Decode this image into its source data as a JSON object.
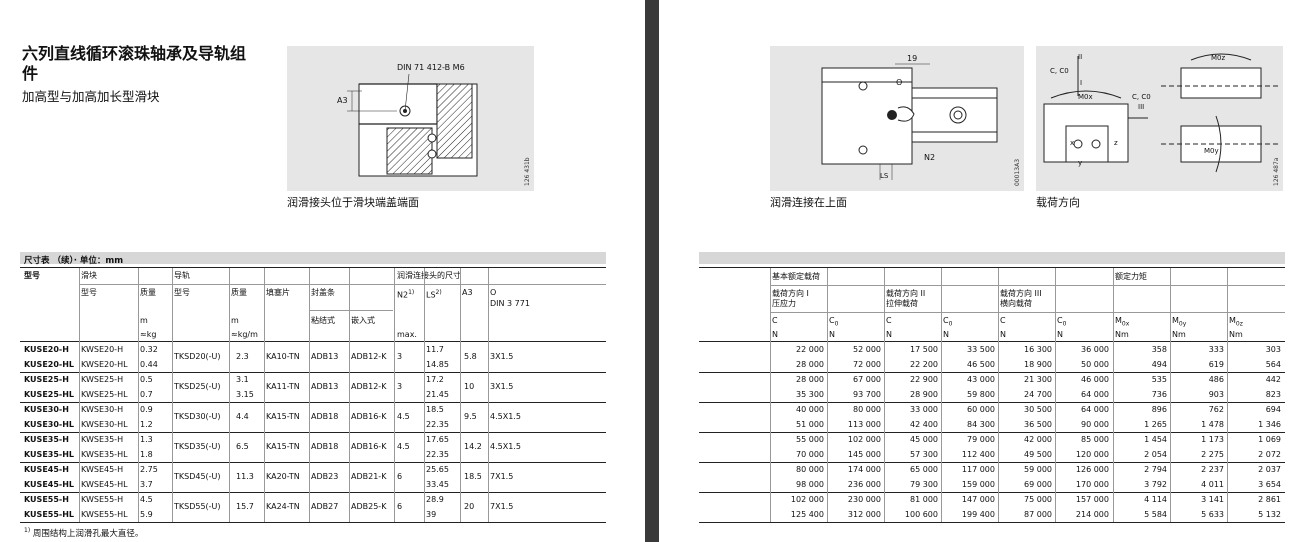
{
  "left": {
    "title": "六列直线循环滚珠轴承及导轨组件",
    "subtitle": "加高型与加高加长型滑块",
    "figure1": {
      "label_din": "DIN 71 412-B M6",
      "label_a3": "A3",
      "code": "126 431b"
    },
    "figure1_caption": "润滑接头位于滑块端盖端面",
    "table_title": "尺寸表 （续）· 单位：mm",
    "headers": {
      "type": "型号",
      "block": "滑块",
      "block_type": "型号",
      "block_mass": "质量",
      "block_mass_unit1": "m",
      "block_mass_unit2": "≈kg",
      "rail": "导轨",
      "rail_type": "型号",
      "rail_mass": "质量",
      "rail_mass_unit1": "m",
      "rail_mass_unit2": "≈kg/m",
      "filler": "填塞片",
      "seal": "封盖条",
      "seal_glued": "粘结式",
      "seal_insert": "嵌入式",
      "lube": "润滑连接头的尺寸",
      "n2": "N2",
      "n2_sup": "1)",
      "n2_max": "max.",
      "ls": "LS",
      "ls_sup": "2)",
      "a3": "A3",
      "o": "O",
      "o_din": "DIN 3 771"
    },
    "groups": [
      {
        "rail": "TKSD20(-U)",
        "filler": "KA10-TN",
        "glued": "ADB13",
        "insert": "ADB12-K",
        "n2": "3",
        "a3": "5.8",
        "o": "3X1.5",
        "rows": [
          {
            "type": "KUSE20-H",
            "block": "KWSE20-H",
            "mass": "0.32",
            "rail_mass": "",
            "ls": "11.7"
          },
          {
            "type": "KUSE20-HL",
            "block": "KWSE20-HL",
            "mass": "0.44",
            "rail_mass": "",
            "ls": "14.85"
          }
        ],
        "rail_mass": "2.3"
      },
      {
        "rail": "TKSD25(-U)",
        "filler": "KA11-TN",
        "glued": "ADB13",
        "insert": "ADB12-K",
        "n2": "3",
        "a3": "10",
        "o": "3X1.5",
        "rows": [
          {
            "type": "KUSE25-H",
            "block": "KWSE25-H",
            "mass": "0.5",
            "rail_mass": "3.1",
            "ls": "17.2"
          },
          {
            "type": "KUSE25-HL",
            "block": "KWSE25-HL",
            "mass": "0.7",
            "rail_mass": "3.15",
            "ls": "21.45"
          }
        ],
        "rail_mass": ""
      },
      {
        "rail": "TKSD30(-U)",
        "filler": "KA15-TN",
        "glued": "ADB18",
        "insert": "ADB16-K",
        "n2": "4.5",
        "a3": "9.5",
        "o": "4.5X1.5",
        "rows": [
          {
            "type": "KUSE30-H",
            "block": "KWSE30-H",
            "mass": "0.9",
            "rail_mass": "",
            "ls": "18.5"
          },
          {
            "type": "KUSE30-HL",
            "block": "KWSE30-HL",
            "mass": "1.2",
            "rail_mass": "",
            "ls": "22.35"
          }
        ],
        "rail_mass": "4.4"
      },
      {
        "rail": "TKSD35(-U)",
        "filler": "KA15-TN",
        "glued": "ADB18",
        "insert": "ADB16-K",
        "n2": "4.5",
        "a3": "14.2",
        "o": "4.5X1.5",
        "rows": [
          {
            "type": "KUSE35-H",
            "block": "KWSE35-H",
            "mass": "1.3",
            "rail_mass": "",
            "ls": "17.65"
          },
          {
            "type": "KUSE35-HL",
            "block": "KWSE35-HL",
            "mass": "1.8",
            "rail_mass": "",
            "ls": "22.35"
          }
        ],
        "rail_mass": "6.5"
      },
      {
        "rail": "TKSD45(-U)",
        "filler": "KA20-TN",
        "glued": "ADB23",
        "insert": "ADB21-K",
        "n2": "6",
        "a3": "18.5",
        "o": "7X1.5",
        "rows": [
          {
            "type": "KUSE45-H",
            "block": "KWSE45-H",
            "mass": "2.75",
            "rail_mass": "",
            "ls": "25.65"
          },
          {
            "type": "KUSE45-HL",
            "block": "KWSE45-HL",
            "mass": "3.7",
            "rail_mass": "",
            "ls": "33.45"
          }
        ],
        "rail_mass": "11.3"
      },
      {
        "rail": "TKSD55(-U)",
        "filler": "KA24-TN",
        "glued": "ADB27",
        "insert": "ADB25-K",
        "n2": "6",
        "a3": "20",
        "o": "7X1.5",
        "rows": [
          {
            "type": "KUSE55-H",
            "block": "KWSE55-H",
            "mass": "4.5",
            "rail_mass": "",
            "ls": "28.9"
          },
          {
            "type": "KUSE55-HL",
            "block": "KWSE55-HL",
            "mass": "5.9",
            "rail_mass": "",
            "ls": "39"
          }
        ],
        "rail_mass": "15.7"
      }
    ],
    "footnote_mark": "1)",
    "footnote": "周围结构上润滑孔最大直径。"
  },
  "right": {
    "figure2": {
      "label_19": "19",
      "label_o": "O",
      "label_n2": "N2",
      "label_ls": "LS",
      "code": "00013A3"
    },
    "figure2_caption": "润滑连接在上面",
    "figure3": {
      "label_ii": "II",
      "label_cc1": "C, C0",
      "label_i": "I",
      "label_mox": "M0x",
      "label_cc2": "C, C0",
      "label_iii": "III",
      "label_moz": "M0z",
      "label_moy": "M0y",
      "label_x": "x",
      "label_y": "y",
      "label_z": "z",
      "code": "126 487a"
    },
    "figure3_caption": "载荷方向",
    "headers": {
      "basic": "基本额定载荷",
      "moment": "额定力矩",
      "dir1_a": "载荷方向 I",
      "dir1_b": "压应力",
      "dir2_a": "载荷方向 II",
      "dir2_b": "拉伸载荷",
      "dir3_a": "载荷方向 III",
      "dir3_b": "横向载荷",
      "c": "C",
      "c0": "C",
      "c0_sub": "0",
      "m": "M",
      "mox_sub": "0x",
      "moy_sub": "0y",
      "moz_sub": "0z",
      "unit_n": "N",
      "unit_nm": "Nm"
    },
    "rows": [
      [
        "22 000",
        "52 000",
        "17 500",
        "33 500",
        "16 300",
        "36 000",
        "358",
        "333",
        "303"
      ],
      [
        "28 000",
        "72 000",
        "22 200",
        "46 500",
        "18 900",
        "50 000",
        "494",
        "619",
        "564"
      ],
      [
        "28 000",
        "67 000",
        "22 900",
        "43 000",
        "21 300",
        "46 000",
        "535",
        "486",
        "442"
      ],
      [
        "35 300",
        "93 700",
        "28 900",
        "59 800",
        "24 700",
        "64 000",
        "736",
        "903",
        "823"
      ],
      [
        "40 000",
        "80 000",
        "33 000",
        "60 000",
        "30 500",
        "64 000",
        "896",
        "762",
        "694"
      ],
      [
        "51 000",
        "113 000",
        "42 400",
        "84 300",
        "36 500",
        "90 000",
        "1 265",
        "1 478",
        "1 346"
      ],
      [
        "55 000",
        "102 000",
        "45 000",
        "79 000",
        "42 000",
        "85 000",
        "1 454",
        "1 173",
        "1 069"
      ],
      [
        "70 000",
        "145 000",
        "57 300",
        "112 400",
        "49 500",
        "120 000",
        "2 054",
        "2 275",
        "2 072"
      ],
      [
        "80 000",
        "174 000",
        "65 000",
        "117 000",
        "59 000",
        "126 000",
        "2 794",
        "2 237",
        "2 037"
      ],
      [
        "98 000",
        "236 000",
        "79 300",
        "159 000",
        "69 000",
        "170 000",
        "3 792",
        "4 011",
        "3 654"
      ],
      [
        "102 000",
        "230 000",
        "81 000",
        "147 000",
        "75 000",
        "157 000",
        "4 114",
        "3 141",
        "2 861"
      ],
      [
        "125 400",
        "312 000",
        "100 600",
        "199 400",
        "87 000",
        "214 000",
        "5 584",
        "5 633",
        "5 132"
      ]
    ]
  }
}
